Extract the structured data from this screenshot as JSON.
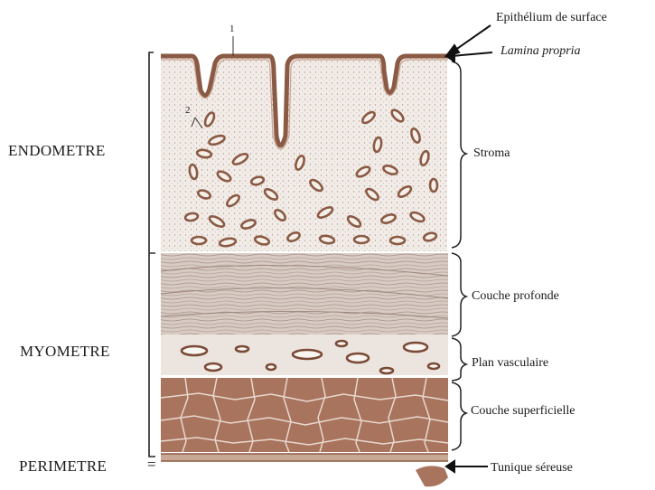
{
  "layers": {
    "endometre": "ENDOMETRE",
    "myometre": "MYOMETRE",
    "perimetre": "PERIMETRE"
  },
  "sublayers": {
    "epithelium": "Epithélium de surface",
    "lamina": "Lamina propria",
    "stroma": "Stroma",
    "profonde": "Couche profonde",
    "vasculaire": "Plan vasculaire",
    "superficielle": "Couche superficielle",
    "sereuse": "Tunique séreuse"
  },
  "markers": {
    "m1": "1",
    "m2": "2"
  },
  "perimetre_mark": "="
}
